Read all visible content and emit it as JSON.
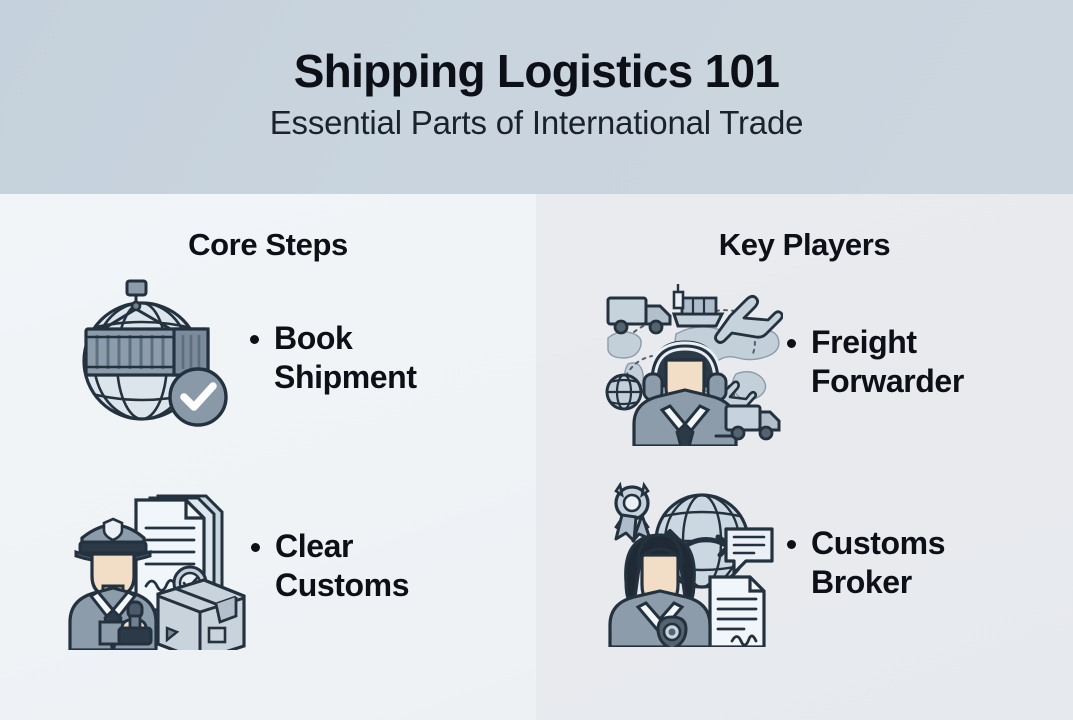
{
  "header": {
    "title": "Shipping Logistics 101",
    "subtitle": "Essential Parts of International Trade",
    "background_color": "#c9d4de"
  },
  "columns": [
    {
      "id": "core-steps",
      "title": "Core Steps",
      "background_color": "#f0f4f7",
      "items": [
        {
          "icon_name": "container-globe-check-icon",
          "label_line_1": "Book",
          "label_line_2": "Shipment",
          "bullet": "•"
        },
        {
          "icon_name": "customs-officer-stamp-documents-icon",
          "label_line_1": "Clear",
          "label_line_2": "Customs",
          "bullet": "•"
        }
      ]
    },
    {
      "id": "key-players",
      "title": "Key Players",
      "background_color": "#e8eaee",
      "items": [
        {
          "icon_name": "freight-forwarder-agent-icon",
          "label_line_1": "Freight",
          "label_line_2": "Forwarder",
          "bullet": "•"
        },
        {
          "icon_name": "customs-broker-agent-icon",
          "label_line_1": "Customs",
          "label_line_2": "Broker",
          "bullet": "•"
        }
      ]
    }
  ],
  "palette": {
    "ink": "#1f2d3a",
    "steel_dark": "#6f8092",
    "steel_mid": "#8c9cab",
    "steel_light": "#b9c6d1",
    "steel_pale": "#d5dee6",
    "paper": "#eef3f7",
    "skin": "#f2ddc6",
    "text_dark": "#0d1117"
  }
}
